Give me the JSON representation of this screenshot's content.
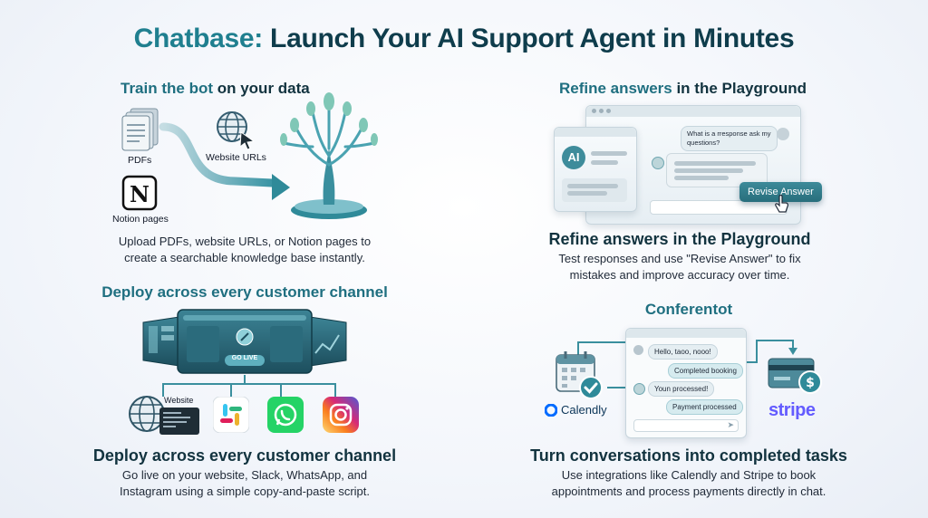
{
  "title": {
    "brand": "Chatbase:",
    "rest": "Launch Your AI Support Agent in Minutes"
  },
  "train": {
    "heading_accent": "Train the bot",
    "heading_rest": " on your data",
    "pdfs_label": "PDFs",
    "website_urls_label": "Website URLs",
    "notion_label": "Notion pages",
    "desc_line1": "Upload PDFs, website URLs, or Notion pages to",
    "desc_line2": "create a searchable knowledge base instantly."
  },
  "deploy": {
    "heading": "Deploy across every customer channel",
    "go_live": "GO LIVE",
    "website_label": "Website",
    "heading_bottom": "Deploy across every customer channel",
    "desc_line1": "Go live on your website, Slack, WhatsApp, and",
    "desc_line2": "Instagram using a simple copy-and-paste script."
  },
  "refine": {
    "heading_accent": "Refine answers",
    "heading_rest": " in the Playground",
    "ai_badge": "AI",
    "question_line1": "What is a rresponse ask my",
    "question_line2": "questions?",
    "revise_button": "Revise Answer",
    "heading_bottom": "Refine answers in the Playground",
    "desc_line1": "Test responses and use \"Revise Answer\" to fix",
    "desc_line2": "mistakes and improve accuracy over time."
  },
  "tasks": {
    "heading": "Conferentot",
    "msg1": "Hello, taoo, nooo!",
    "msg2": "Completed booking",
    "msg3": "Youn processed!",
    "msg4": "Payment processed",
    "calendly": "Calendly",
    "stripe": "stripe",
    "heading_bottom": "Turn conversations into completed tasks",
    "desc_line1": "Use integrations like Calendly and Stripe to book",
    "desc_line2": "appointments and process payments directly in chat."
  },
  "colors": {
    "teal": "#1f7f8f",
    "dark": "#12333f",
    "stripe": "#635bff",
    "calendly": "#006bff"
  }
}
